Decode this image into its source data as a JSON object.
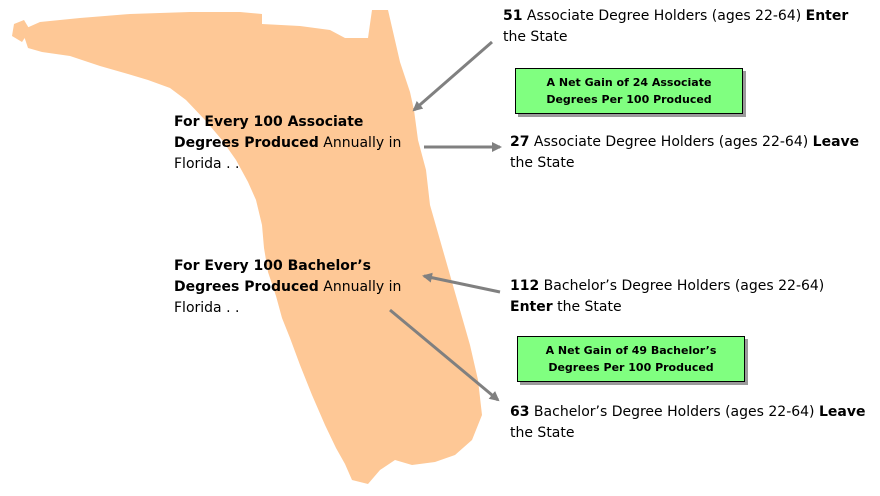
{
  "associate": {
    "lead": {
      "bold": "For Every 100 Associate Degrees Produced",
      "rest": " Annually in Florida . ."
    },
    "enter": {
      "count": "51",
      "desc": " Associate Degree Holders (ages 22-64) ",
      "verb": "Enter",
      "tail": " the State"
    },
    "leave": {
      "count": "27",
      "desc": " Associate Degree Holders (ages 22-64) ",
      "verb": "Leave",
      "tail": " the State"
    },
    "net_gain": "A Net Gain of 24 Associate Degrees Per 100 Produced"
  },
  "bachelor": {
    "lead": {
      "bold": "For Every 100 Bachelor’s Degrees Produced",
      "rest": " Annually in Florida . ."
    },
    "enter": {
      "count": "112",
      "desc": " Bachelor’s Degree Holders (ages 22-64) ",
      "verb": "Enter",
      "tail": " the State"
    },
    "leave": {
      "count": "63",
      "desc": " Bachelor’s Degree Holders (ages 22-64) ",
      "verb": "Leave",
      "tail": " the State"
    },
    "net_gain": "A Net Gain of 49 Bachelor’s Degrees Per 100 Produced"
  },
  "colors": {
    "state_fill": "#fec896",
    "net_box": "#80ff80",
    "arrow": "#808080"
  }
}
